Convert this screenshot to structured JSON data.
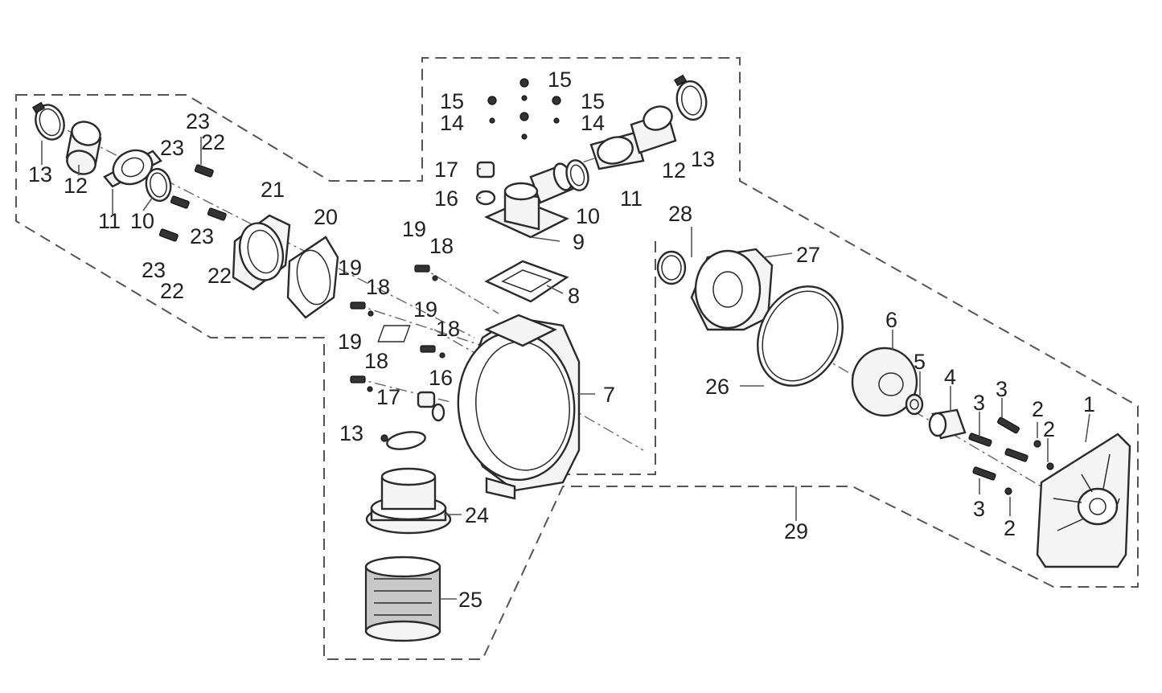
{
  "callouts": [
    {
      "id": "c13a",
      "text": "13"
    },
    {
      "id": "c12a",
      "text": "12"
    },
    {
      "id": "c11a",
      "text": "11"
    },
    {
      "id": "c10a",
      "text": "10"
    },
    {
      "id": "c23a",
      "text": "23"
    },
    {
      "id": "c23b",
      "text": "23"
    },
    {
      "id": "c22a",
      "text": "22"
    },
    {
      "id": "c23c",
      "text": "23"
    },
    {
      "id": "c23d",
      "text": "23"
    },
    {
      "id": "c22b",
      "text": "22"
    },
    {
      "id": "c22c",
      "text": "22"
    },
    {
      "id": "c21",
      "text": "21"
    },
    {
      "id": "c20",
      "text": "20"
    },
    {
      "id": "c19a",
      "text": "19"
    },
    {
      "id": "c18a",
      "text": "18"
    },
    {
      "id": "c19b",
      "text": "19"
    },
    {
      "id": "c18b",
      "text": "18"
    },
    {
      "id": "c19c",
      "text": "19"
    },
    {
      "id": "c18c",
      "text": "18"
    },
    {
      "id": "c19d",
      "text": "19"
    },
    {
      "id": "c18d",
      "text": "18"
    },
    {
      "id": "c17a",
      "text": "17"
    },
    {
      "id": "c16a",
      "text": "16"
    },
    {
      "id": "c15a",
      "text": "15"
    },
    {
      "id": "c15b",
      "text": "15"
    },
    {
      "id": "c15c",
      "text": "15"
    },
    {
      "id": "c14a",
      "text": "14"
    },
    {
      "id": "c14b",
      "text": "14"
    },
    {
      "id": "c17b",
      "text": "17"
    },
    {
      "id": "c16b",
      "text": "16"
    },
    {
      "id": "c10b",
      "text": "10"
    },
    {
      "id": "c11b",
      "text": "11"
    },
    {
      "id": "c12b",
      "text": "12"
    },
    {
      "id": "c13b",
      "text": "13"
    },
    {
      "id": "c9",
      "text": "9"
    },
    {
      "id": "c8",
      "text": "8"
    },
    {
      "id": "c7",
      "text": "7"
    },
    {
      "id": "c13c",
      "text": "13"
    },
    {
      "id": "c24",
      "text": "24"
    },
    {
      "id": "c25",
      "text": "25"
    },
    {
      "id": "c28",
      "text": "28"
    },
    {
      "id": "c27",
      "text": "27"
    },
    {
      "id": "c26",
      "text": "26"
    },
    {
      "id": "c6",
      "text": "6"
    },
    {
      "id": "c5",
      "text": "5"
    },
    {
      "id": "c4",
      "text": "4"
    },
    {
      "id": "c3a",
      "text": "3"
    },
    {
      "id": "c3b",
      "text": "3"
    },
    {
      "id": "c3c",
      "text": "3"
    },
    {
      "id": "c2a",
      "text": "2"
    },
    {
      "id": "c2b",
      "text": "2"
    },
    {
      "id": "c2c",
      "text": "2"
    },
    {
      "id": "c1",
      "text": "1"
    },
    {
      "id": "c29",
      "text": "29"
    }
  ]
}
